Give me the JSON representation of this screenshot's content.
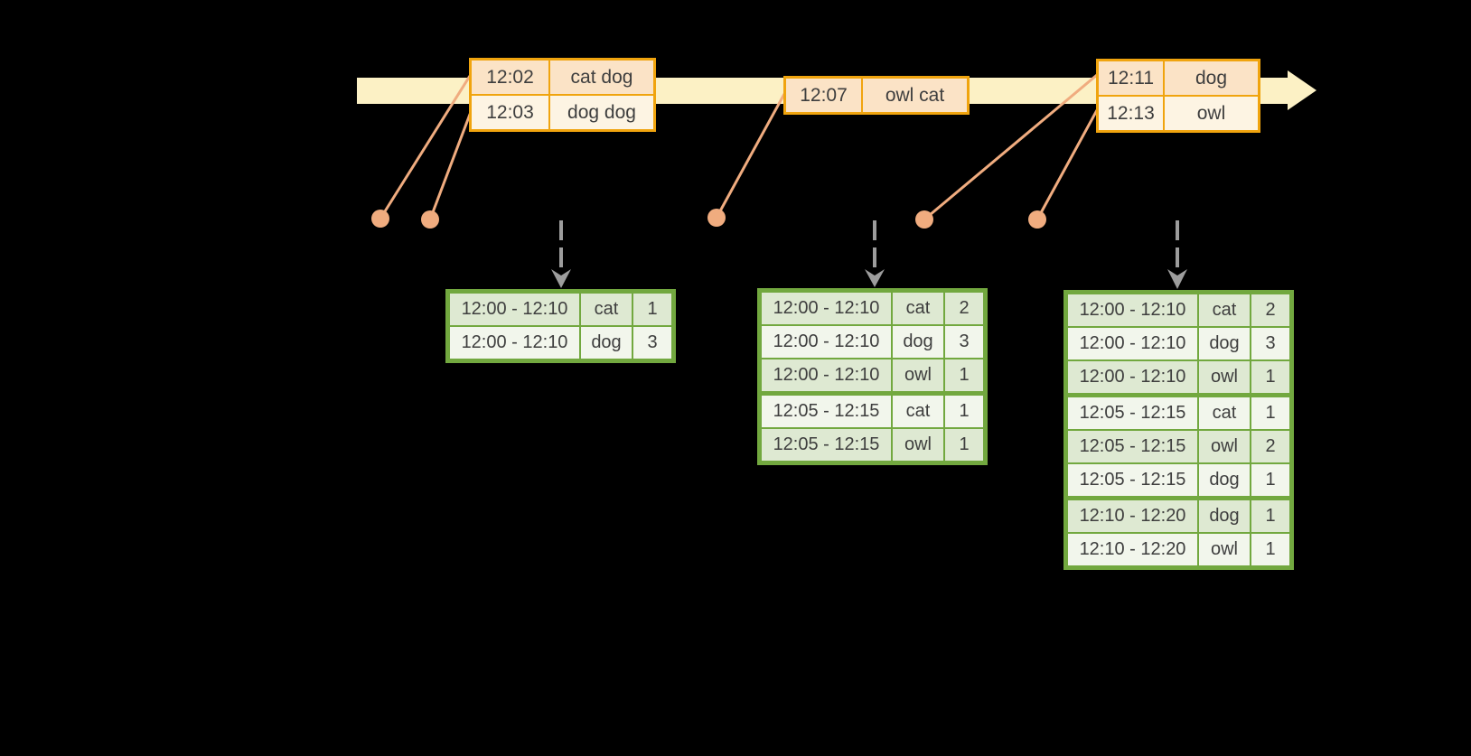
{
  "colors": {
    "background": "#000000",
    "timeline-fill": "#fcf1c5",
    "event-border": "#f0a40e",
    "event-row-dark": "#fbe3c6",
    "event-row-light": "#fdf4e3",
    "marker": "#f0ac7f",
    "result-border": "#72a83f",
    "result-row-dark": "#dee9d2",
    "result-row-light": "#f2f6ec",
    "trigger-arrow": "#9d9d9d",
    "text": "#3e3e3e"
  },
  "event_tables": [
    {
      "name": "input-batch-1",
      "rows": [
        [
          "12:02",
          "cat dog"
        ],
        [
          "12:03",
          "dog dog"
        ]
      ]
    },
    {
      "name": "input-batch-2",
      "rows": [
        [
          "12:07",
          "owl cat"
        ]
      ]
    },
    {
      "name": "input-batch-3",
      "rows": [
        [
          "12:11",
          "dog"
        ],
        [
          "12:13",
          "owl"
        ]
      ]
    }
  ],
  "result_tables": [
    {
      "name": "windowed-counts-1",
      "rows": [
        [
          "12:00 - 12:10",
          "cat",
          "1"
        ],
        [
          "12:00 - 12:10",
          "dog",
          "3"
        ]
      ],
      "group_breaks": []
    },
    {
      "name": "windowed-counts-2",
      "rows": [
        [
          "12:00 - 12:10",
          "cat",
          "2"
        ],
        [
          "12:00 - 12:10",
          "dog",
          "3"
        ],
        [
          "12:00 - 12:10",
          "owl",
          "1"
        ],
        [
          "12:05 - 12:15",
          "cat",
          "1"
        ],
        [
          "12:05 - 12:15",
          "owl",
          "1"
        ]
      ],
      "group_breaks": [
        3
      ]
    },
    {
      "name": "windowed-counts-3",
      "rows": [
        [
          "12:00 - 12:10",
          "cat",
          "2"
        ],
        [
          "12:00 - 12:10",
          "dog",
          "3"
        ],
        [
          "12:00 - 12:10",
          "owl",
          "1"
        ],
        [
          "12:05 - 12:15",
          "cat",
          "1"
        ],
        [
          "12:05 - 12:15",
          "owl",
          "2"
        ],
        [
          "12:05 - 12:15",
          "dog",
          "1"
        ],
        [
          "12:10 - 12:20",
          "dog",
          "1"
        ],
        [
          "12:10 - 12:20",
          "owl",
          "1"
        ]
      ],
      "group_breaks": [
        3,
        6
      ]
    }
  ]
}
